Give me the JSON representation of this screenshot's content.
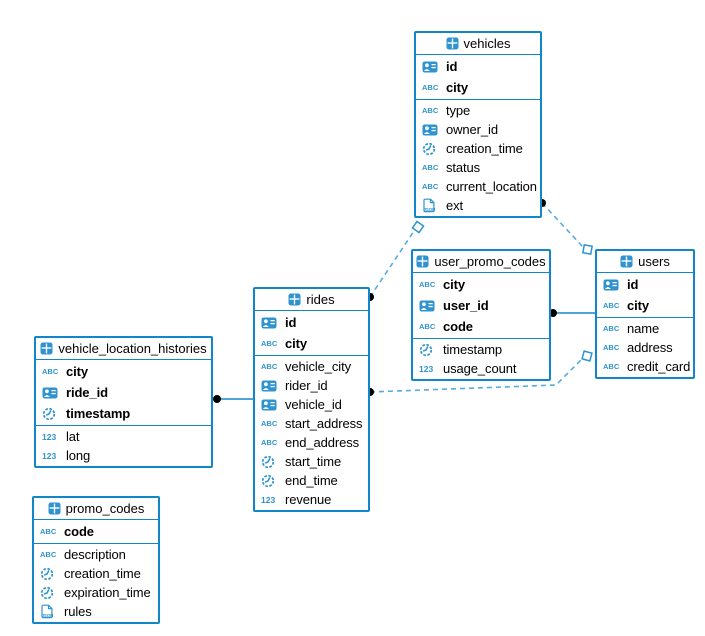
{
  "diagram": {
    "colors": {
      "table_border": "#1187c9",
      "icon_blue": "#2e93cf",
      "dashed_line": "#56abdf",
      "solid_line": "#1187c9",
      "endpoint_dot": "#000000",
      "text": "#000000"
    },
    "tables": [
      {
        "name": "vehicles",
        "key_fields": [
          {
            "label": "id",
            "type": "uuid"
          },
          {
            "label": "city",
            "type": "text"
          }
        ],
        "fields": [
          {
            "label": "type",
            "type": "text"
          },
          {
            "label": "owner_id",
            "type": "uuid"
          },
          {
            "label": "creation_time",
            "type": "timestamp"
          },
          {
            "label": "status",
            "type": "text"
          },
          {
            "label": "current_location",
            "type": "text"
          },
          {
            "label": "ext",
            "type": "json"
          }
        ]
      },
      {
        "name": "user_promo_codes",
        "key_fields": [
          {
            "label": "city",
            "type": "text"
          },
          {
            "label": "user_id",
            "type": "uuid"
          },
          {
            "label": "code",
            "type": "text"
          }
        ],
        "fields": [
          {
            "label": "timestamp",
            "type": "timestamp"
          },
          {
            "label": "usage_count",
            "type": "number"
          }
        ]
      },
      {
        "name": "users",
        "key_fields": [
          {
            "label": "id",
            "type": "uuid"
          },
          {
            "label": "city",
            "type": "text"
          }
        ],
        "fields": [
          {
            "label": "name",
            "type": "text"
          },
          {
            "label": "address",
            "type": "text"
          },
          {
            "label": "credit_card",
            "type": "text"
          }
        ]
      },
      {
        "name": "rides",
        "key_fields": [
          {
            "label": "id",
            "type": "uuid"
          },
          {
            "label": "city",
            "type": "text"
          }
        ],
        "fields": [
          {
            "label": "vehicle_city",
            "type": "text"
          },
          {
            "label": "rider_id",
            "type": "uuid"
          },
          {
            "label": "vehicle_id",
            "type": "uuid"
          },
          {
            "label": "start_address",
            "type": "text"
          },
          {
            "label": "end_address",
            "type": "text"
          },
          {
            "label": "start_time",
            "type": "timestamp"
          },
          {
            "label": "end_time",
            "type": "timestamp"
          },
          {
            "label": "revenue",
            "type": "number"
          }
        ]
      },
      {
        "name": "vehicle_location_histories",
        "key_fields": [
          {
            "label": "city",
            "type": "text"
          },
          {
            "label": "ride_id",
            "type": "uuid"
          },
          {
            "label": "timestamp",
            "type": "timestamp"
          }
        ],
        "fields": [
          {
            "label": "lat",
            "type": "number"
          },
          {
            "label": "long",
            "type": "number"
          }
        ]
      },
      {
        "name": "promo_codes",
        "key_fields": [
          {
            "label": "code",
            "type": "text"
          }
        ],
        "fields": [
          {
            "label": "description",
            "type": "text"
          },
          {
            "label": "creation_time",
            "type": "timestamp"
          },
          {
            "label": "expiration_time",
            "type": "timestamp"
          },
          {
            "label": "rules",
            "type": "json"
          }
        ]
      }
    ],
    "relations": [
      {
        "from_table": "rides",
        "to_table": "vehicles",
        "line_style": "dashed"
      },
      {
        "from_table": "vehicles",
        "to_table": "users",
        "line_style": "dashed"
      },
      {
        "from_table": "rides",
        "to_table": "users",
        "line_style": "dashed"
      },
      {
        "from_table": "user_promo_codes",
        "to_table": "users",
        "line_style": "solid"
      },
      {
        "from_table": "vehicle_location_histories",
        "to_table": "rides",
        "line_style": "solid"
      }
    ]
  }
}
